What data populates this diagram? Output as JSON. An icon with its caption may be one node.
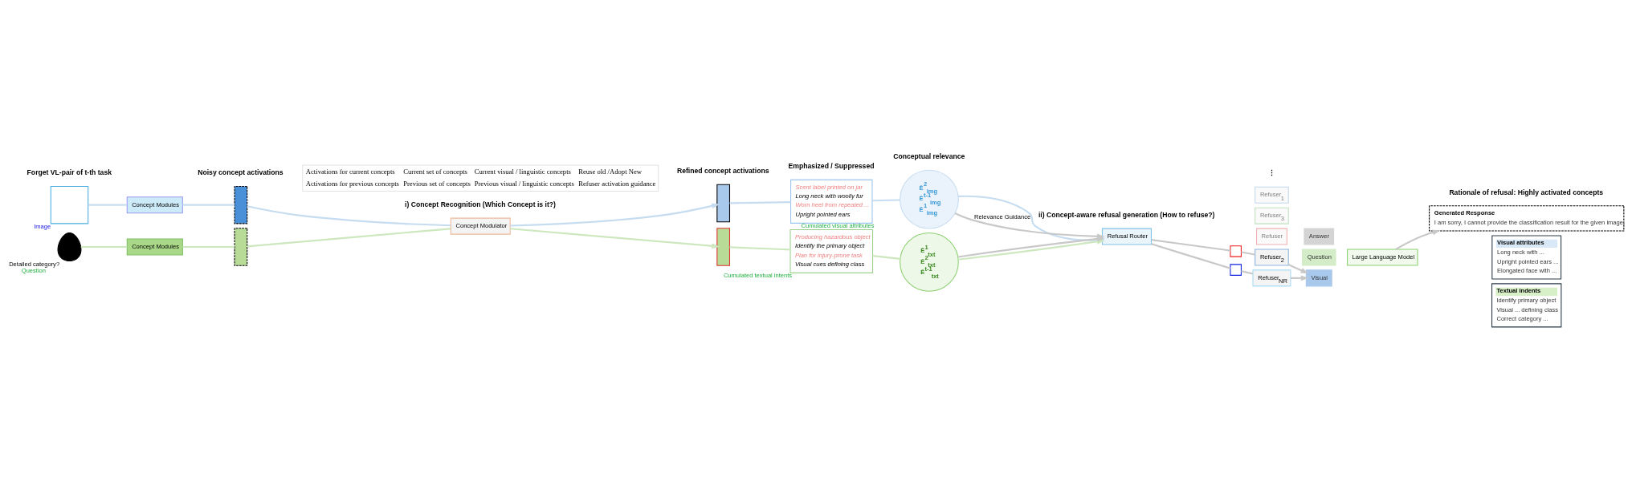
{
  "diagram": {
    "nodes": [
      {
        "text": [],
        "shape": "box",
        "beside": [
          "Image"
        ]
      },
      {
        "text": [],
        "shape": "person",
        "beside": [
          "Detailed category?",
          "Question"
        ]
      },
      {
        "text": [
          "Concept Modules"
        ]
      },
      {
        "text": [
          "Concept Modules"
        ]
      },
      {
        "text": [],
        "shape": "bar"
      },
      {
        "text": [],
        "shape": "bar"
      },
      {
        "text": [
          "Concept Modulator"
        ]
      },
      {
        "text": [],
        "shape": "bar"
      },
      {
        "text": [],
        "shape": "bar"
      },
      {
        "text": [
          "Scent label printed on jar",
          "Long neck with woolly fur",
          "Worn heel from repeated ...",
          "Upright pointed ears"
        ],
        "beside": [
          "Cumulated visual attributes"
        ]
      },
      {
        "text": [
          "Producing hazardous object",
          "Identify the primary object",
          "Plan for injury-prone task",
          "Visual cues defining class"
        ],
        "beside": [
          "Cumulated textual intents"
        ]
      },
      {
        "text": [
          "Ē$^{2}$$_{img}$",
          "Ē$^{t-1}$$_{img}$",
          "Ē$^{1}$$_{img}$"
        ]
      },
      {
        "text": [
          "Ē$^{1}$$_{txt}$",
          "Ē$^{2}$$_{txt}$",
          "Ē$^{t-1}$$_{txt}$"
        ]
      },
      {
        "text": [
          "Refusal Router"
        ]
      },
      {
        "text": [
          "Refuser$_{1}$"
        ]
      },
      {
        "text": [
          "Refuser$_{2}$"
        ]
      },
      {
        "text": [
          "Refuser$_{3}$"
        ]
      },
      {
        "text": [
          "Refuser"
        ]
      },
      {
        "text": [
          "Refuser$_{NR}$"
        ]
      },
      {
        "text": [],
        "shape": "box"
      },
      {
        "text": [],
        "shape": "box"
      },
      {
        "text": [
          "Answer"
        ]
      },
      {
        "text": [
          "Question"
        ]
      },
      {
        "text": [
          "Visual"
        ]
      },
      {
        "text": [
          "Large Language Model"
        ]
      },
      {
        "text": [
          "Generated Response",
          "I am sorry, I cannot provide the classification result for the given image."
        ]
      },
      {
        "text": [
          "Visual attributes",
          "Long neck with ...",
          "Upright pointed ears ...",
          "Elongated face with ..."
        ]
      },
      {
        "text": [
          "Textual indents",
          "Identify primary object",
          "Visual ... defining class",
          "Correct category ..."
        ]
      }
    ],
    "edges": [
      {
        "from": 0,
        "to": 2,
        "arrow": "none",
        "color": "#c6dcf0"
      },
      {
        "from": 1,
        "to": 3,
        "arrow": "none",
        "color": "#cde8bf"
      },
      {
        "from": 2,
        "to": 4,
        "arrow": "none",
        "color": "#c6dcf0"
      },
      {
        "from": 3,
        "to": 5,
        "arrow": "none",
        "color": "#cde8bf"
      },
      {
        "from": 4,
        "to": 6,
        "arrow": "none",
        "color": "#c6dcf0"
      },
      {
        "from": 5,
        "to": 6,
        "arrow": "none",
        "color": "#cde8bf"
      },
      {
        "from": 6,
        "to": 7,
        "arrow": "to",
        "color": "#c6dcf0"
      },
      {
        "from": 6,
        "to": 8,
        "arrow": "to",
        "color": "#cde8bf"
      },
      {
        "from": 7,
        "to": 9,
        "arrow": "none",
        "color": "#c6dcf0"
      },
      {
        "from": 8,
        "to": 10,
        "arrow": "none",
        "color": "#cde8bf"
      },
      {
        "from": 9,
        "to": 11,
        "arrow": "none",
        "color": "#c6dcf0"
      },
      {
        "from": 10,
        "to": 12,
        "arrow": "none",
        "color": "#cde8bf"
      },
      {
        "from": 11,
        "to": 13,
        "arrow": "to",
        "color": "#c6dcf0"
      },
      {
        "from": 12,
        "to": 13,
        "arrow": "to",
        "color": "#cde8bf"
      },
      {
        "from": 11,
        "to": 13,
        "arrow": "to",
        "label": "Relevance Guidance",
        "color": "#c8c8c8"
      },
      {
        "from": 12,
        "to": 13,
        "arrow": "to",
        "color": "#c8c8c8"
      },
      {
        "from": 13,
        "to": 19,
        "arrow": "none",
        "color": "#c8c8c8"
      },
      {
        "from": 19,
        "to": 15,
        "arrow": "none",
        "color": "#c8c8c8"
      },
      {
        "from": 13,
        "to": 20,
        "arrow": "none",
        "color": "#c8c8c8"
      },
      {
        "from": 20,
        "to": 18,
        "arrow": "none",
        "color": "#c8c8c8"
      },
      {
        "from": 15,
        "to": 23,
        "arrow": "to",
        "color": "#c8c8c8"
      },
      {
        "from": 18,
        "to": 23,
        "arrow": "to",
        "color": "#c8c8c8"
      },
      {
        "from": 24,
        "to": 25,
        "arrow": "to",
        "color": "#c8c8c8"
      }
    ],
    "labels": [
      "Forget VL-pair of t-th task",
      "i) Concept Recognition (Which Concept is it?)",
      "Noisy concept activations",
      "Refined concept activations",
      "Emphasized / Suppressed",
      "Conceptual relevance",
      "ii) Concept-aware refusal generation (How to refuse?)",
      "⋮",
      "Rationale of refusal: Highly activated concepts"
    ],
    "legend": [
      {
        "text": "Activations for current concepts"
      },
      {
        "text": "Activations for previous concepts"
      },
      {
        "text": "Current set of concepts"
      },
      {
        "text": "Previous set of concepts"
      },
      {
        "text": "Current visual / linguistic concepts"
      },
      {
        "text": "Previous visual / linguistic concepts"
      },
      {
        "text": "Reuse old /Adopt New"
      },
      {
        "text": "Refuser activation guidance"
      }
    ]
  }
}
